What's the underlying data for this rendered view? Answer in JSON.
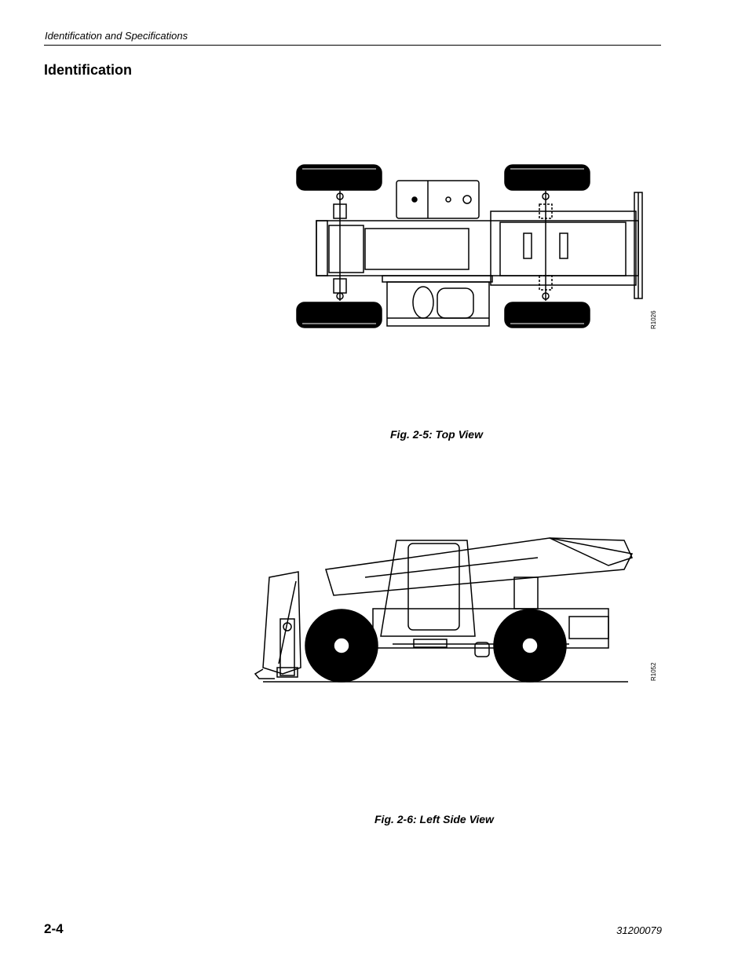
{
  "header": {
    "running_head": "Identification and Specifications"
  },
  "section": {
    "title": "Identification"
  },
  "figures": [
    {
      "caption": "Fig. 2-5: Top View",
      "code": "R1026"
    },
    {
      "caption": "Fig. 2-6: Left Side View",
      "code": "R1052"
    }
  ],
  "footer": {
    "page_number": "2-4",
    "document_number": "31200079"
  }
}
